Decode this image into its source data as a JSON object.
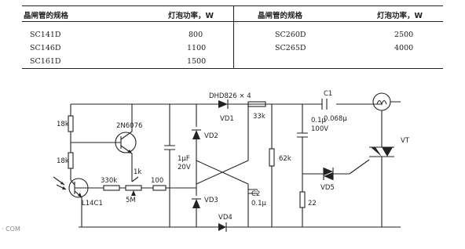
{
  "table": {
    "left_headers": [
      "晶闸管的规格",
      "灯泡功率，W"
    ],
    "right_headers": [
      "晶闸管的规格",
      "灯泡功率，W"
    ],
    "left_rows": [
      [
        "SC141D",
        "800"
      ],
      [
        "SC146D",
        "1100"
      ],
      [
        "SC161D",
        "1500"
      ]
    ],
    "right_rows": [
      [
        "SC260D",
        "2500"
      ],
      [
        "SC265D",
        "4000"
      ]
    ]
  },
  "circuit": {
    "r1": "18k",
    "r2": "18k",
    "q1": "L14C1",
    "q2": "2N6076",
    "r3": "330k",
    "pot": "5M",
    "r4": "1k",
    "r5": "100",
    "c_1uf": "1μF",
    "c_1uf_v": "20V",
    "diode_bridge": "DHD826 × 4",
    "vd1": "VD1",
    "vd2": "VD2",
    "vd3": "VD3",
    "vd4": "VD4",
    "r6": "33k",
    "r7": "62k",
    "c2": "C2",
    "c2_val": "0.1μ",
    "c1": "C1",
    "c1_val": "0.068μ",
    "c3_val": "0.1μ",
    "c3_v": "100V",
    "vd5": "VD5",
    "r8": "22",
    "vt": "VT"
  },
  "watermark": "· COM"
}
